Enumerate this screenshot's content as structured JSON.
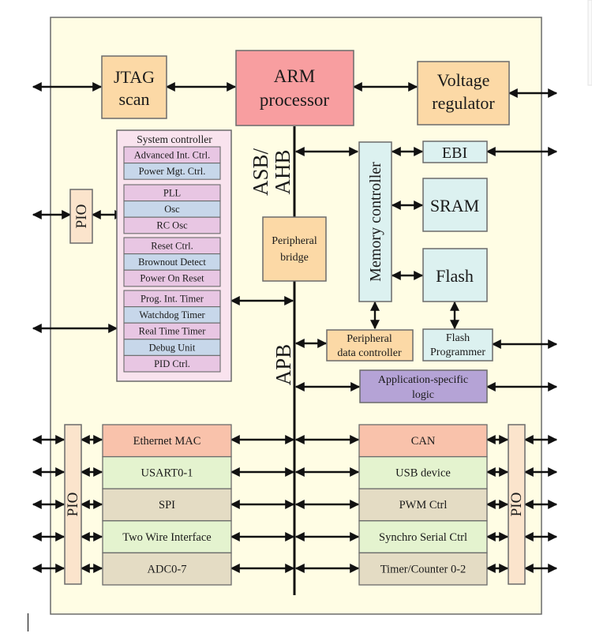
{
  "colors": {
    "chip_fill": "#fffde4",
    "orange": "#fcd9a6",
    "arm": "#f89ea0",
    "pink": "#f9e3ee",
    "pink_cell": "#e8c6e3",
    "blue_cell": "#c7d7ea",
    "teal": "#dcf1f0",
    "lilac": "#b5a3d6",
    "salmon": "#f9c2ab",
    "green": "#e4f3cf",
    "tan": "#e4dcc4",
    "pio": "#fbe4cc"
  },
  "core": {
    "jtag": [
      "JTAG",
      "scan"
    ],
    "arm": [
      "ARM",
      "processor"
    ],
    "voltage": [
      "Voltage",
      "regulator"
    ]
  },
  "buses": {
    "asb": [
      "ASB/",
      "AHB"
    ],
    "apb": "APB"
  },
  "system_controller": {
    "title": "System controller",
    "groups": [
      [
        "Advanced Int. Ctrl.",
        "Power Mgt. Ctrl."
      ],
      [
        "PLL",
        "Osc",
        "RC Osc"
      ],
      [
        "Reset Ctrl.",
        "Brownout Detect",
        "Power On Reset"
      ],
      [
        "Prog. Int. Timer",
        "Watchdog Timer",
        "Real Time Timer",
        "Debug Unit",
        "PID Ctrl."
      ]
    ]
  },
  "pio": "PIO",
  "bridge": [
    "Peripheral",
    "bridge"
  ],
  "memory": {
    "controller": "Memory controller",
    "ebi": "EBI",
    "sram": "SRAM",
    "flash": "Flash"
  },
  "pdc": [
    "Peripheral",
    "data controller"
  ],
  "flash_prog": [
    "Flash",
    "Programmer"
  ],
  "app_logic": [
    "Application-specific",
    "logic"
  ],
  "left_peripherals": [
    "Ethernet MAC",
    "USART0-1",
    "SPI",
    "Two Wire Interface",
    "ADC0-7"
  ],
  "right_peripherals": [
    "CAN",
    "USB device",
    "PWM Ctrl",
    "Synchro Serial Ctrl",
    "Timer/Counter 0-2"
  ]
}
